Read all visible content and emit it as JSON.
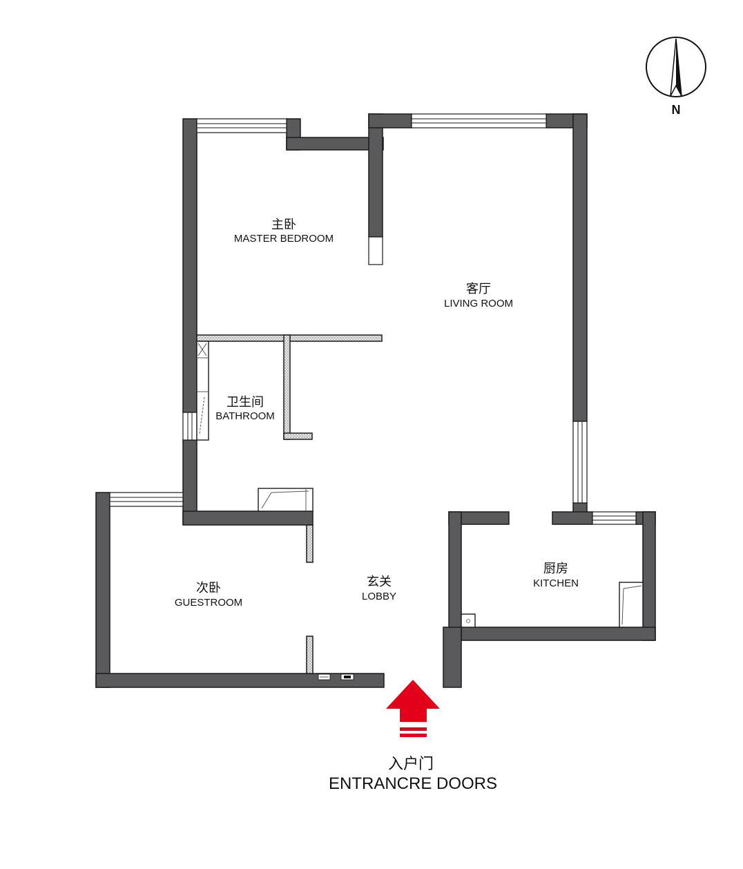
{
  "compass": {
    "label": "N"
  },
  "rooms": {
    "master_bedroom": {
      "zh": "主卧",
      "en": "MASTER BEDROOM"
    },
    "living_room": {
      "zh": "客厅",
      "en": "LIVING ROOM"
    },
    "bathroom": {
      "zh": "卫生间",
      "en": "BATHROOM"
    },
    "guestroom": {
      "zh": "次卧",
      "en": "GUESTROOM"
    },
    "lobby": {
      "zh": "玄关",
      "en": "LOBBY"
    },
    "kitchen": {
      "zh": "厨房",
      "en": "KITCHEN"
    }
  },
  "entrance": {
    "zh": "入户门",
    "en": "ENTRANCRE DOORS",
    "arrow_color": "#e3001b"
  },
  "colors": {
    "wall": "#5a5a5c",
    "background": "#ffffff",
    "arrow": "#e3001b"
  }
}
